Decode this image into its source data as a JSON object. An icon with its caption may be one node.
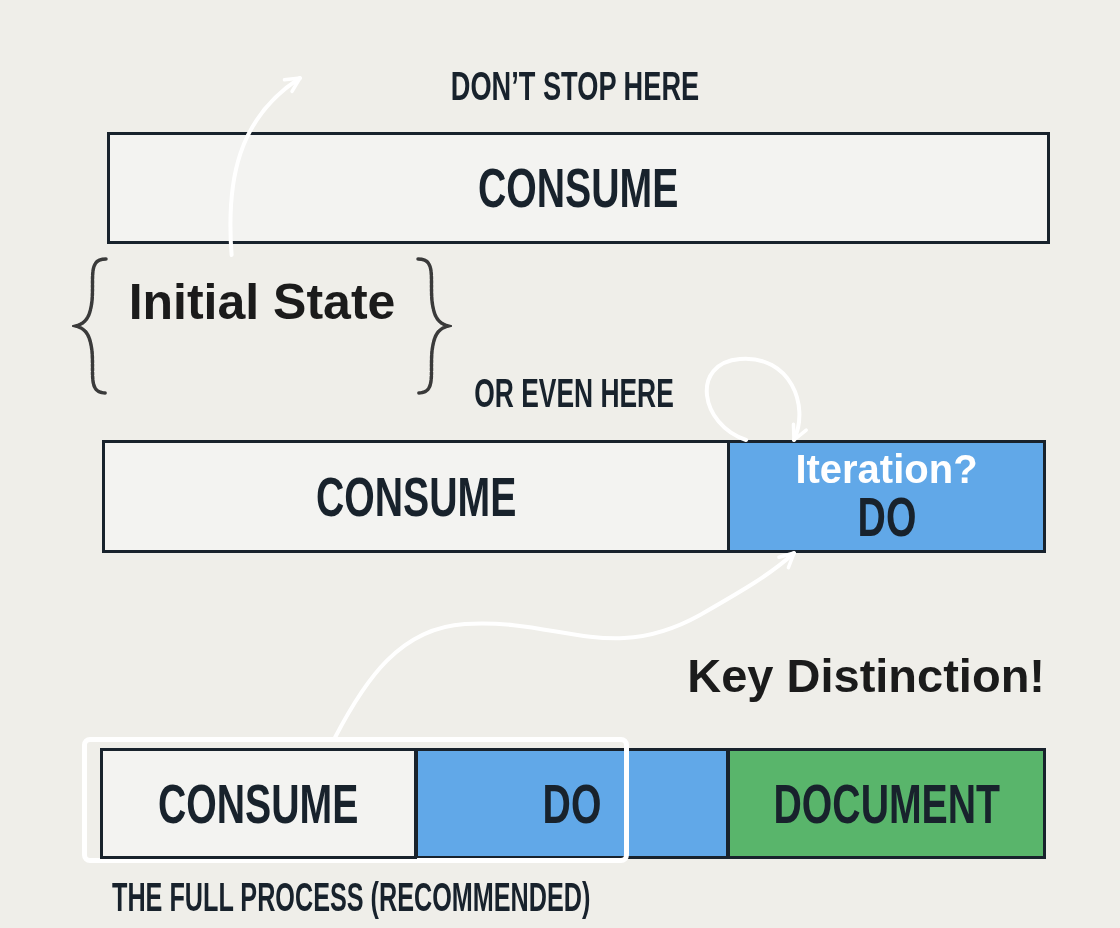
{
  "diagram": {
    "nodes": [
      {
        "text": [
          "CONSUME"
        ],
        "beside": [
          "DON’T STOP HERE"
        ]
      },
      {
        "text": [
          "Initial State"
        ]
      },
      {
        "text": [
          "CONSUME"
        ],
        "beside": [
          "OR EVEN HERE"
        ]
      },
      {
        "text": [
          "Iteration?",
          "DO"
        ]
      },
      {
        "text": [],
        "shape": "box"
      },
      {
        "text": [
          "CONSUME"
        ],
        "in": 4
      },
      {
        "text": [
          "DO"
        ]
      },
      {
        "text": [
          "DOCUMENT"
        ]
      }
    ],
    "edges": [
      {
        "from": 1,
        "to": null,
        "arrow": "to"
      },
      {
        "from": 3,
        "to": 3,
        "arrow": "to"
      },
      {
        "from": 4,
        "to": 3,
        "arrow": "to"
      }
    ],
    "labels": [
      "Key Distinction!",
      "THE FULL PROCESS (RECOMMENDED)"
    ]
  }
}
